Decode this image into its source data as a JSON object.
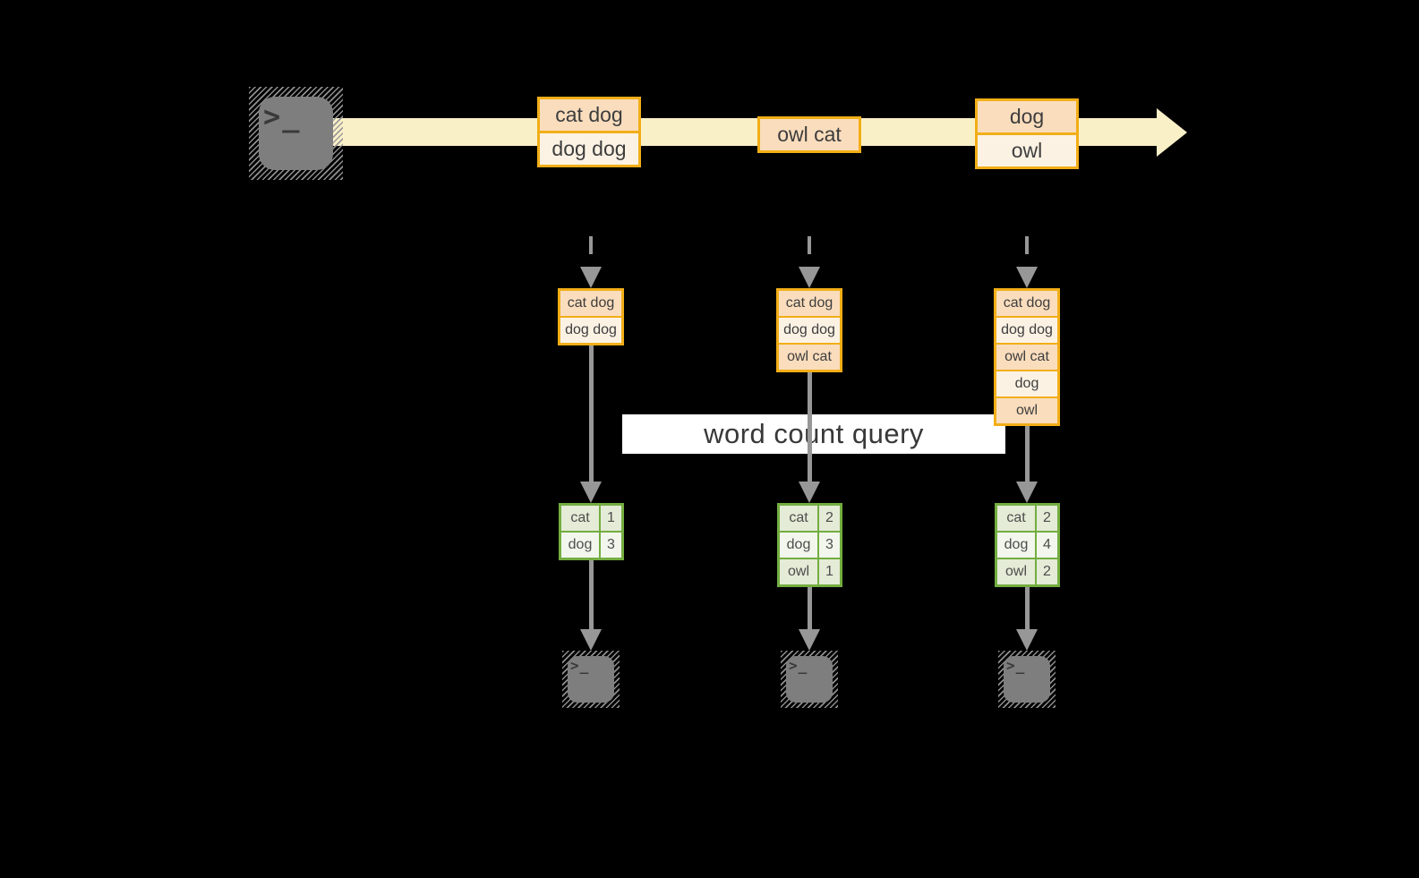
{
  "query": {
    "label": "word count query"
  },
  "icons": {
    "terminal_glyph": ">_"
  },
  "stream": {
    "batches": [
      {
        "lines": [
          "cat dog",
          "dog dog"
        ]
      },
      {
        "lines": [
          "owl cat"
        ]
      },
      {
        "lines": [
          "dog",
          "owl"
        ]
      }
    ]
  },
  "states": [
    {
      "lines": [
        "cat dog",
        "dog dog"
      ]
    },
    {
      "lines": [
        "cat dog",
        "dog dog",
        "owl cat"
      ]
    },
    {
      "lines": [
        "cat dog",
        "dog dog",
        "owl cat",
        "dog",
        "owl"
      ]
    }
  ],
  "results": [
    {
      "rows": [
        [
          "cat",
          "1"
        ],
        [
          "dog",
          "3"
        ]
      ]
    },
    {
      "rows": [
        [
          "cat",
          "2"
        ],
        [
          "dog",
          "3"
        ],
        [
          "owl",
          "1"
        ]
      ]
    },
    {
      "rows": [
        [
          "cat",
          "2"
        ],
        [
          "dog",
          "4"
        ],
        [
          "owl",
          "2"
        ]
      ]
    }
  ],
  "colors": {
    "stream_band": "#FAF0C8",
    "gold": "#F2AE17",
    "peach": "#FADDBD",
    "cream": "#FCF2E4",
    "text_dark": "#3D3D3D",
    "green": "#73AD40",
    "green_dark": "#E4EBD6",
    "green_light": "#F2F6EC",
    "arrow_gray": "#979797",
    "terminal_gray": "#7E7E7E",
    "banner_bg": "#FFFFFF",
    "banner_text": "#383838"
  }
}
